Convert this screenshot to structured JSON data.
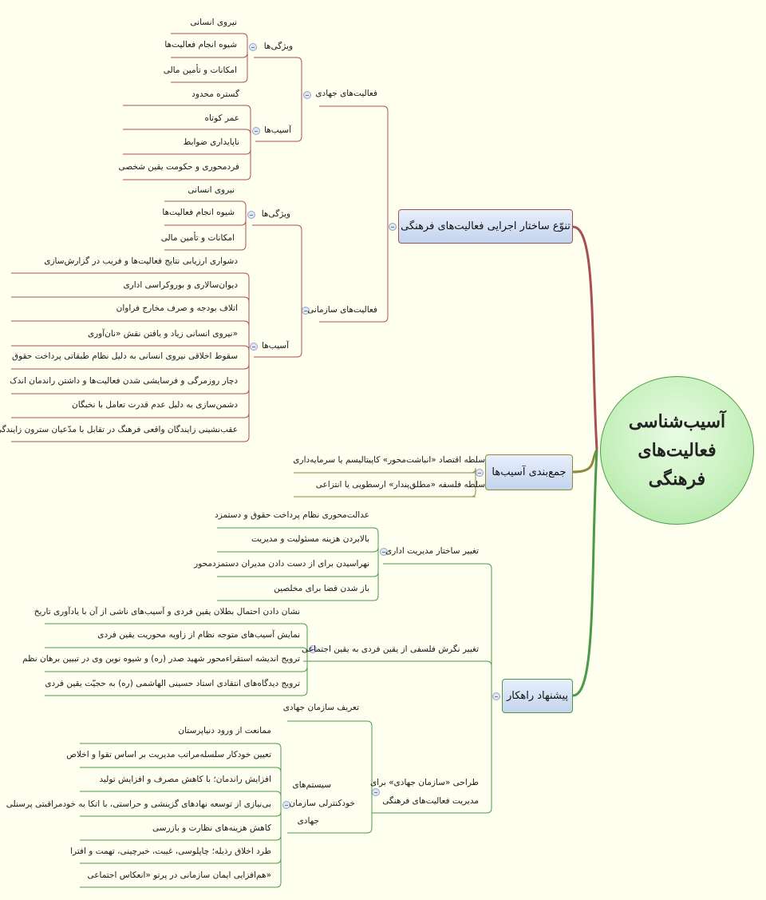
{
  "center": {
    "line1": "آسیب‌شناسی",
    "line2": "فعالیت‌های",
    "line3": "فرهنگی"
  },
  "colors": {
    "red": "#a85050",
    "olive": "#8e8a3a",
    "green": "#4a9a4a",
    "background": "#fffff0"
  },
  "b1": {
    "label": "تنوّع ساختار اجرایی فعالیت‌های فرهنگی",
    "jihadi": {
      "label": "فعالیت‌های جهادی",
      "features": {
        "label": "ویژگی‌ها",
        "items": [
          "نیروی انسانی",
          "شیوه انجام فعالیت‌ها",
          "امکانات و تأمین مالی"
        ]
      },
      "harms": {
        "label": "آسیب‌ها",
        "items": [
          "گستره محدود",
          "عمر کوتاه",
          "ناپایداری ضوابط",
          "فردمحوری و حکومت یقین شخصی"
        ]
      }
    },
    "org": {
      "label": "فعالیت‌های سازمانی",
      "features": {
        "label": "ویژگی‌ها",
        "items": [
          "نیروی انسانی",
          "شیوه انجام فعالیت‌ها",
          "امکانات و تأمین مالی"
        ]
      },
      "harms": {
        "label": "آسیب‌ها",
        "items": [
          "دشواری ارزیابی نتایج فعالیت‌ها و فریب در گزارش‌سازی",
          "دیوان‌سالاری و بوروکراسی اداری",
          "اتلاف بودجه و صرف مخارج فراوان",
          "«نیروی انسانی زیاد و یافتن نقش «نان‌آوری",
          "سقوط اخلاقی نیروی انسانی به دلیل نظام طبقاتی پرداخت حقوق",
          "دچار روزمرگی و فرسایشی شدن فعالیت‌ها و داشتن راندمان اندک",
          "دشمن‌سازی به دلیل عدم قدرت تعامل با نخبگان",
          "عقب‌نشینی زایندگان واقعی فرهنگ در تقابل با مدّعیان سترون زایندگی"
        ]
      }
    }
  },
  "b2": {
    "label": "جمع‌بندی آسیب‌ها",
    "items": [
      "سلطه اقتصاد «انباشت‌محور» کاپیتالیسم یا سرمایه‌داری",
      "سلطه فلسفه «مطلق‌پندار» ارسطویی یا انتزاعی"
    ]
  },
  "b3": {
    "label": "پیشنهاد راهکار",
    "admin": {
      "label": "تغییر ساختار مدیریت اداری",
      "items": [
        "عدالت‌محوری نظام پرداخت حقوق و دستمزد",
        "بالابردن هزینه مسئولیت و مدیریت",
        "نهراسیدن برای از دست دادن مدیران دستمزدمحور",
        "باز شدن فضا برای مخلصین"
      ]
    },
    "phil": {
      "label": "تغییر نگرش فلسفی از یقین فردی به یقین اجتماعی",
      "items": [
        "نشان دادن احتمال بطلان یقین فردی و آسیب‌های ناشی از آن با یادآوری تاریخ",
        "نمایش آسیب‌های متوجه نظام از زاویه محوریت یقین فردی",
        "ترویج اندیشه استقراءمحور شهید صدر (ره) و شیوه نوین وی در تبیین برهان نظم",
        "ترویج دیدگاه‌های انتقادی استاد حسینی الهاشمی (ره) به حجیّت یقین فردی"
      ]
    },
    "design": {
      "label1": "طراحی «سازمان جهادی» برای",
      "label2": "مدیریت فعالیت‌های فرهنگی",
      "definition": "تعریف سازمان جهادی",
      "system": {
        "label1": "سیستم‌های",
        "label2": "خودکنترلی سازمان",
        "label3": "جهادی",
        "items": [
          "ممانعت از ورود دنیاپرستان",
          "تعیین خودکار سلسله‌مراتب مدیریت بر اساس تقوا و اخلاص",
          "افزایش راندمان؛ با کاهش مصرف و افزایش تولید",
          "بی‌نیازی از توسعه نهادهای گزینشی و حراستی، با اتکا به خودمراقبتی پرسنلی",
          "کاهش هزینه‌های نظارت و بازرسی",
          "طرد اخلاق رذیله؛ چاپلوسی، غیبت، خبرچینی، تهمت و افترا",
          "«هم‌افزایی ایمان سازمانی در پرتو «انعکاس اجتماعی"
        ]
      }
    }
  }
}
